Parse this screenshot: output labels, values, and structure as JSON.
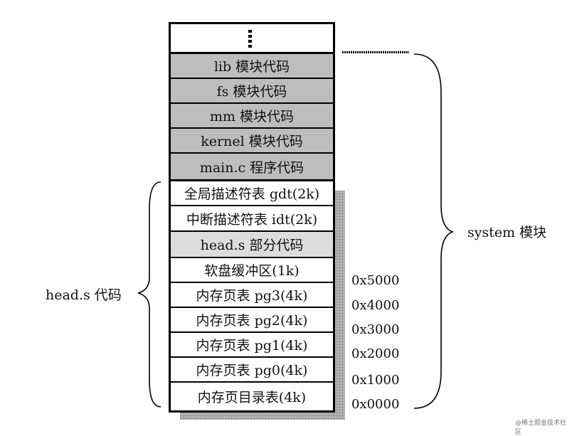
{
  "memory_layout": {
    "top_ellipsis": "⋮",
    "system_blocks": [
      "lib 模块代码",
      "fs 模块代码",
      "mm 模块代码",
      "kernel 模块代码",
      "main.c 程序代码"
    ],
    "head_blocks": [
      "全局描述符表 gdt(2k)",
      "中断描述符表 idt(2k)",
      "head.s 部分代码",
      "软盘缓冲区(1k)",
      "内存页表 pg3(4k)",
      "内存页表 pg2(4k)",
      "内存页表 pg1(4k)",
      "内存页表 pg0(4k)",
      "内存页目录表(4k)"
    ]
  },
  "addresses": [
    "0x5000",
    "0x4000",
    "0x3000",
    "0x2000",
    "0x1000",
    "0x0000"
  ],
  "labels": {
    "system_module": "system 模块",
    "head_code": "head.s 代码"
  },
  "watermark": "@稀土掘金技术社区"
}
